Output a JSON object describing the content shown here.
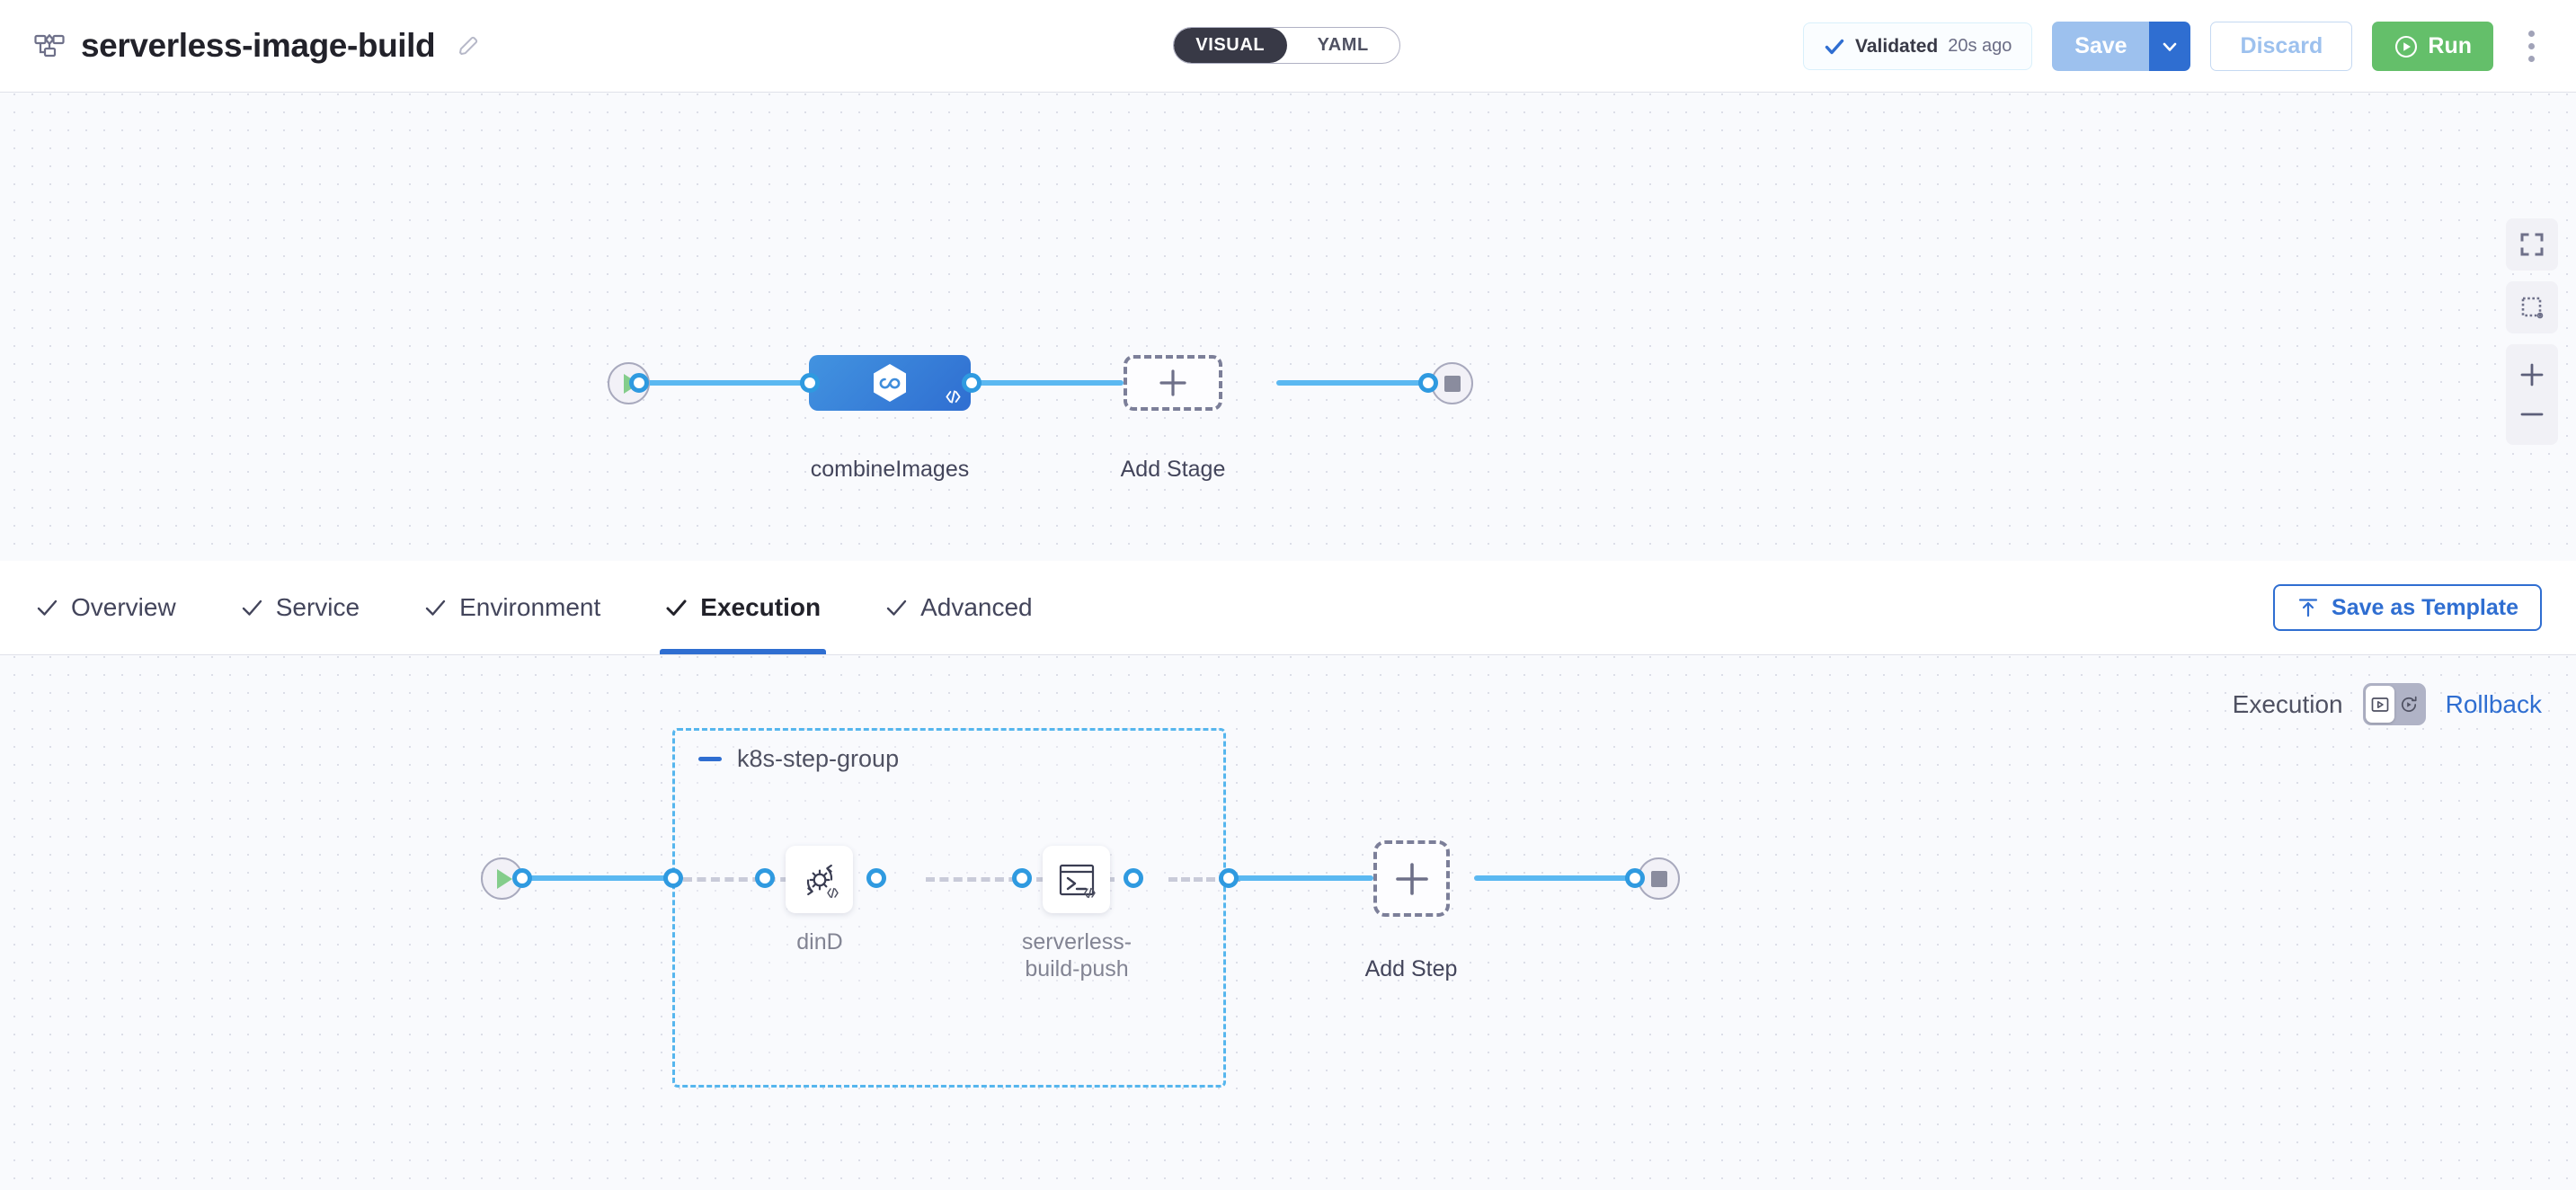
{
  "header": {
    "pipeline_icon": "pipeline-icon",
    "title": "serverless-image-build",
    "edit_icon": "pencil-icon",
    "mode_toggle": {
      "visual": "VISUAL",
      "yaml": "YAML",
      "selected": "VISUAL"
    },
    "validated": {
      "icon": "check-icon",
      "label": "Validated",
      "time": "20s ago"
    },
    "save_label": "Save",
    "save_caret_icon": "chevron-down-icon",
    "discard_label": "Discard",
    "run_label": "Run",
    "run_icon": "play-circle-icon",
    "more_icon": "kebab-menu-icon"
  },
  "stage_canvas": {
    "start_icon": "play-icon",
    "end_icon": "stop-icon",
    "stage": {
      "name": "combineImages",
      "icon": "ci-infinity-hexagon-icon",
      "code_badge": "code-brackets-icon"
    },
    "add_stage": {
      "label": "Add Stage",
      "icon": "plus-icon"
    },
    "controls": {
      "fit": "fit-to-screen-icon",
      "select": "marquee-select-icon",
      "zoom_in": "zoom-in-icon",
      "zoom_out": "zoom-out-icon"
    }
  },
  "tabs": [
    {
      "label": "Overview",
      "icon": "check-icon",
      "active": false
    },
    {
      "label": "Service",
      "icon": "check-icon",
      "active": false
    },
    {
      "label": "Environment",
      "icon": "check-icon",
      "active": false
    },
    {
      "label": "Execution",
      "icon": "check-icon",
      "active": true
    },
    {
      "label": "Advanced",
      "icon": "check-icon",
      "active": false
    }
  ],
  "save_as_template": {
    "label": "Save as Template",
    "icon": "upload-template-icon"
  },
  "exec_strip": {
    "execution_label": "Execution",
    "exec_icon": "execution-play-frame-icon",
    "rollback_icon": "rollback-play-icon",
    "rollback_label": "Rollback",
    "selected": "Execution"
  },
  "step_canvas": {
    "start_icon": "play-icon",
    "end_icon": "stop-icon",
    "step_group": {
      "title": "k8s-step-group",
      "collapse_icon": "minus-icon",
      "steps": [
        {
          "name": "dinD",
          "icon": "gear-rotate-icon",
          "code_badge": "code-brackets-icon"
        },
        {
          "name": "serverless-\nbuild-push",
          "icon": "terminal-icon",
          "code_badge": "code-brackets-icon"
        }
      ]
    },
    "add_step": {
      "label": "Add Step",
      "icon": "plus-icon"
    }
  },
  "colors": {
    "accent_blue": "#2f6ed1",
    "edge_blue": "#5bb8f1",
    "group_border": "#56b6ee",
    "run_green": "#64bf6a",
    "canvas_bg": "#f9fafd",
    "toggle_dark": "#383946"
  }
}
